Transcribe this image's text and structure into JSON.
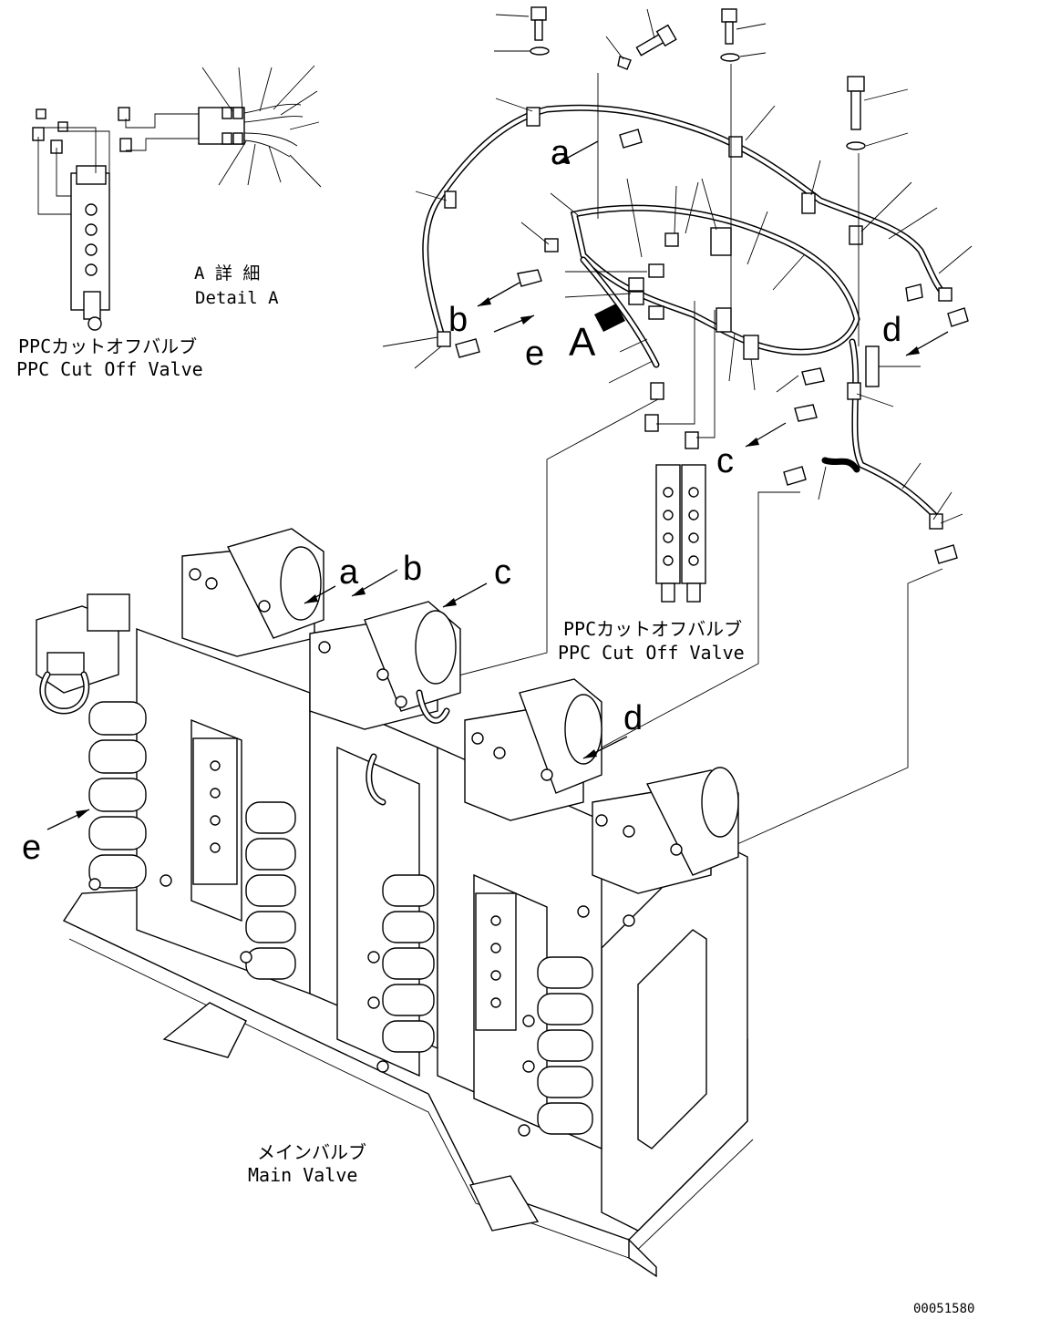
{
  "labels": {
    "detail_a_jp": "A 詳 細",
    "detail_a_en": "Detail A",
    "ppc_jp_left": "PPCカットオフバルブ",
    "ppc_en_left": "PPC Cut Off Valve",
    "ppc_jp_right": "PPCカットオフバルブ",
    "ppc_en_right": "PPC Cut Off Valve",
    "main_valve_jp": "メインバルブ",
    "main_valve_en": "Main Valve",
    "drawing_number": "00051580"
  },
  "callouts": {
    "top_a": "a",
    "top_b": "b",
    "top_e": "e",
    "top_view_A": "A",
    "top_c": "c",
    "top_d": "d",
    "main_a": "a",
    "main_b": "b",
    "main_c": "c",
    "main_d": "d",
    "main_e": "e"
  }
}
